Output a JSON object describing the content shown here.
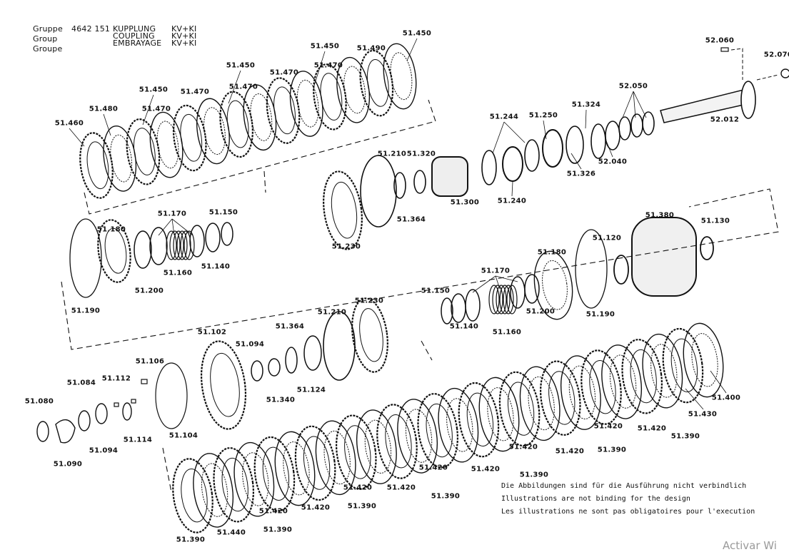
{
  "header": {
    "group_labels": [
      "Gruppe",
      "Group",
      "Groupe"
    ],
    "group_number": "4642 151",
    "titles": [
      "KUPPLUNG",
      "COUPLING",
      "EMBRAYAGE"
    ],
    "variants": [
      "KV+KI",
      "KV+KI",
      "KV+KI"
    ]
  },
  "callouts": [
    "51.460",
    "51.480",
    "51.450",
    "51.470",
    "51.470",
    "51.450",
    "51.470",
    "51.470",
    "51.450",
    "51.470",
    "51.490",
    "51.450",
    "52.060",
    "52.070",
    "52.050",
    "52.012",
    "52.040",
    "51.324",
    "51.250",
    "51.244",
    "51.326",
    "51.240",
    "51.300",
    "51.320",
    "51.210",
    "51.364",
    "51.230",
    "51.180",
    "51.170",
    "51.150",
    "51.160",
    "51.140",
    "51.200",
    "51.190",
    "51.380",
    "51.130",
    "51.120",
    "51.180",
    "51.170",
    "51.150",
    "51.190",
    "51.200",
    "51.160",
    "51.140",
    "51.230",
    "51.210",
    "51.364",
    "51.102",
    "51.094",
    "51.106",
    "51.124",
    "51.340",
    "51.084",
    "51.112",
    "51.080",
    "51.114",
    "51.104",
    "51.094",
    "51.090",
    "51.390",
    "51.440",
    "51.390",
    "51.420",
    "51.420",
    "51.390",
    "51.420",
    "51.420",
    "51.390",
    "51.420",
    "51.420",
    "51.390",
    "51.420",
    "51.420",
    "51.390",
    "51.420",
    "51.420",
    "51.390",
    "51.430",
    "51.400"
  ],
  "footnote": [
    "Die Abbildungen sind für die Ausführung nicht verbindlich",
    "Illustrations are not binding for the design",
    "Les illustrations ne sont pas obligatoires pour l'execution"
  ],
  "watermark": "Activar Wi"
}
